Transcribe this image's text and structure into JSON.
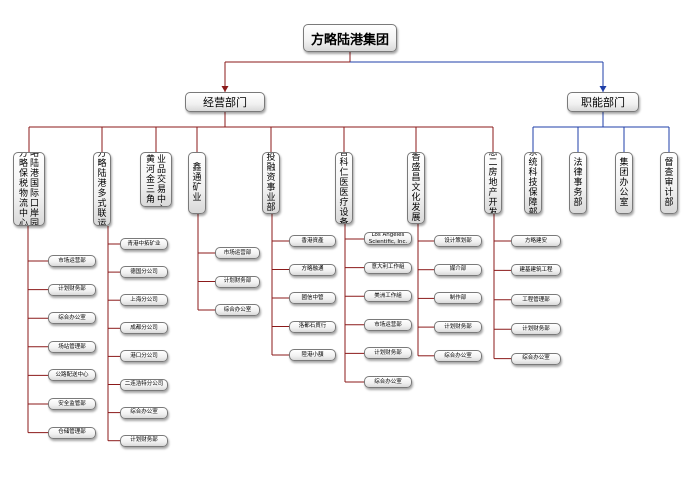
{
  "root": {
    "label": "方略陆港集团"
  },
  "branches": [
    {
      "label": "经营部门"
    },
    {
      "label": "职能部门"
    }
  ],
  "business_units": [
    {
      "label": "方略保税物流中心",
      "label2": "方略陆港国际口岸园区",
      "children": [
        "市场运营部",
        "计划财务部",
        "综合办公室",
        "场站管理部",
        "公路配送中心",
        "安全监管部",
        "仓储管理部"
      ]
    },
    {
      "label": "方略陆港多式联运",
      "children": [
        "青港中拓矿业",
        "德国分公司",
        "上海分公司",
        "成都分公司",
        "港口分公司",
        "二连浩特分公司",
        "综合办公室",
        "计划财务部"
      ]
    },
    {
      "label": "黄河金三角",
      "label2": "工业品交易中心",
      "children": []
    },
    {
      "label": "鑫通矿业",
      "children": [
        "市场运营部",
        "计划财务部",
        "综合办公室"
      ]
    },
    {
      "label": "投融资事业部",
      "children": [
        "香港資產",
        "方略融通",
        "國信中管",
        "洛都石貿行",
        "陸港小額"
      ]
    },
    {
      "label": "智科仁医医疗设备",
      "children": [
        "Los Angeles Scientific, Inc.",
        "意大利工作組",
        "美洲工作組",
        "市场运营部",
        "计划财务部",
        "综合办公室"
      ]
    },
    {
      "label": "香盛昌文化发展",
      "children": [
        "设计策划部",
        "媒介部",
        "制作部",
        "计划财务部",
        "综合办公室"
      ]
    },
    {
      "label": "惠二房地产开发",
      "children": [
        "方略建安",
        "建基建筑工程",
        "工程管理部",
        "计划财务部",
        "综合办公室"
      ]
    }
  ],
  "functional_units": [
    {
      "label": "系统科技保障部"
    },
    {
      "label": "法律事务部"
    },
    {
      "label": "集团办公室"
    },
    {
      "label": "督查审计部"
    }
  ],
  "colors": {
    "business_line": "#8b1a1a",
    "functional_line": "#1f3fa8",
    "box_border": "#7a7a7a"
  }
}
